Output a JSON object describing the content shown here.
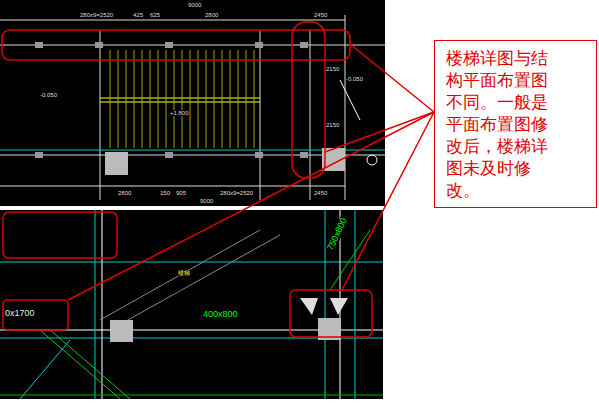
{
  "diagram": {
    "nodes": [
      {
        "text": [
          "楼梯详图与结构平面布置图不同。一般是平面布置图修改后，楼梯详图未及时修改。"
        ]
      }
    ],
    "labels": [
      "9000",
      "280x9=2520",
      "425",
      "625",
      "2800",
      "2450",
      "2150",
      "2150",
      "-0.050",
      "-0.050",
      "+1.800",
      "2800",
      "150",
      "905",
      "2450",
      "9000",
      "280x9=2520",
      "0x1700",
      "400x800",
      "750x800",
      "楼梯"
    ]
  }
}
